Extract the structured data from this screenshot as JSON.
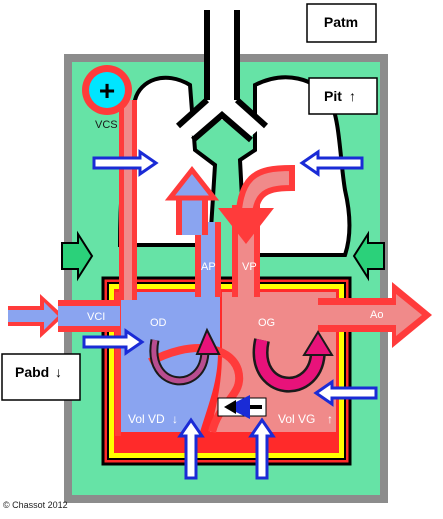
{
  "labels": {
    "patm": "Patm",
    "pit": "Pit",
    "pit_arrow": "↑",
    "pabd": "Pabd",
    "pabd_arrow": "↓",
    "vcs": "VCS",
    "plus": "+",
    "vci": "VCI",
    "od": "OD",
    "og": "OG",
    "ap": "AP",
    "vp": "VP",
    "ao": "Ao",
    "vol_vd": "Vol VD",
    "vol_vd_arrow": "↓",
    "vol_vg": "Vol VG",
    "vol_vg_arrow": "↑",
    "copyright": "© Chassot 2012"
  },
  "colors": {
    "thorax": "#66e3a6",
    "frame": "#8c8c8c",
    "venous": "#8aa4f0",
    "arterial": "#f08a8a",
    "vessel_red": "#ff3b3b",
    "outline_red": "#ff2a2a",
    "pressure_arrow": "#1a2bd6",
    "pericardium_yellow": "#ffff00",
    "rotation_pink": "#e8127a",
    "vcs_cyan": "#00e5ff"
  },
  "icons": {
    "pit_change": "up-arrow-icon",
    "pabd_change": "down-arrow-icon",
    "vcs_marker": "plus-icon"
  }
}
